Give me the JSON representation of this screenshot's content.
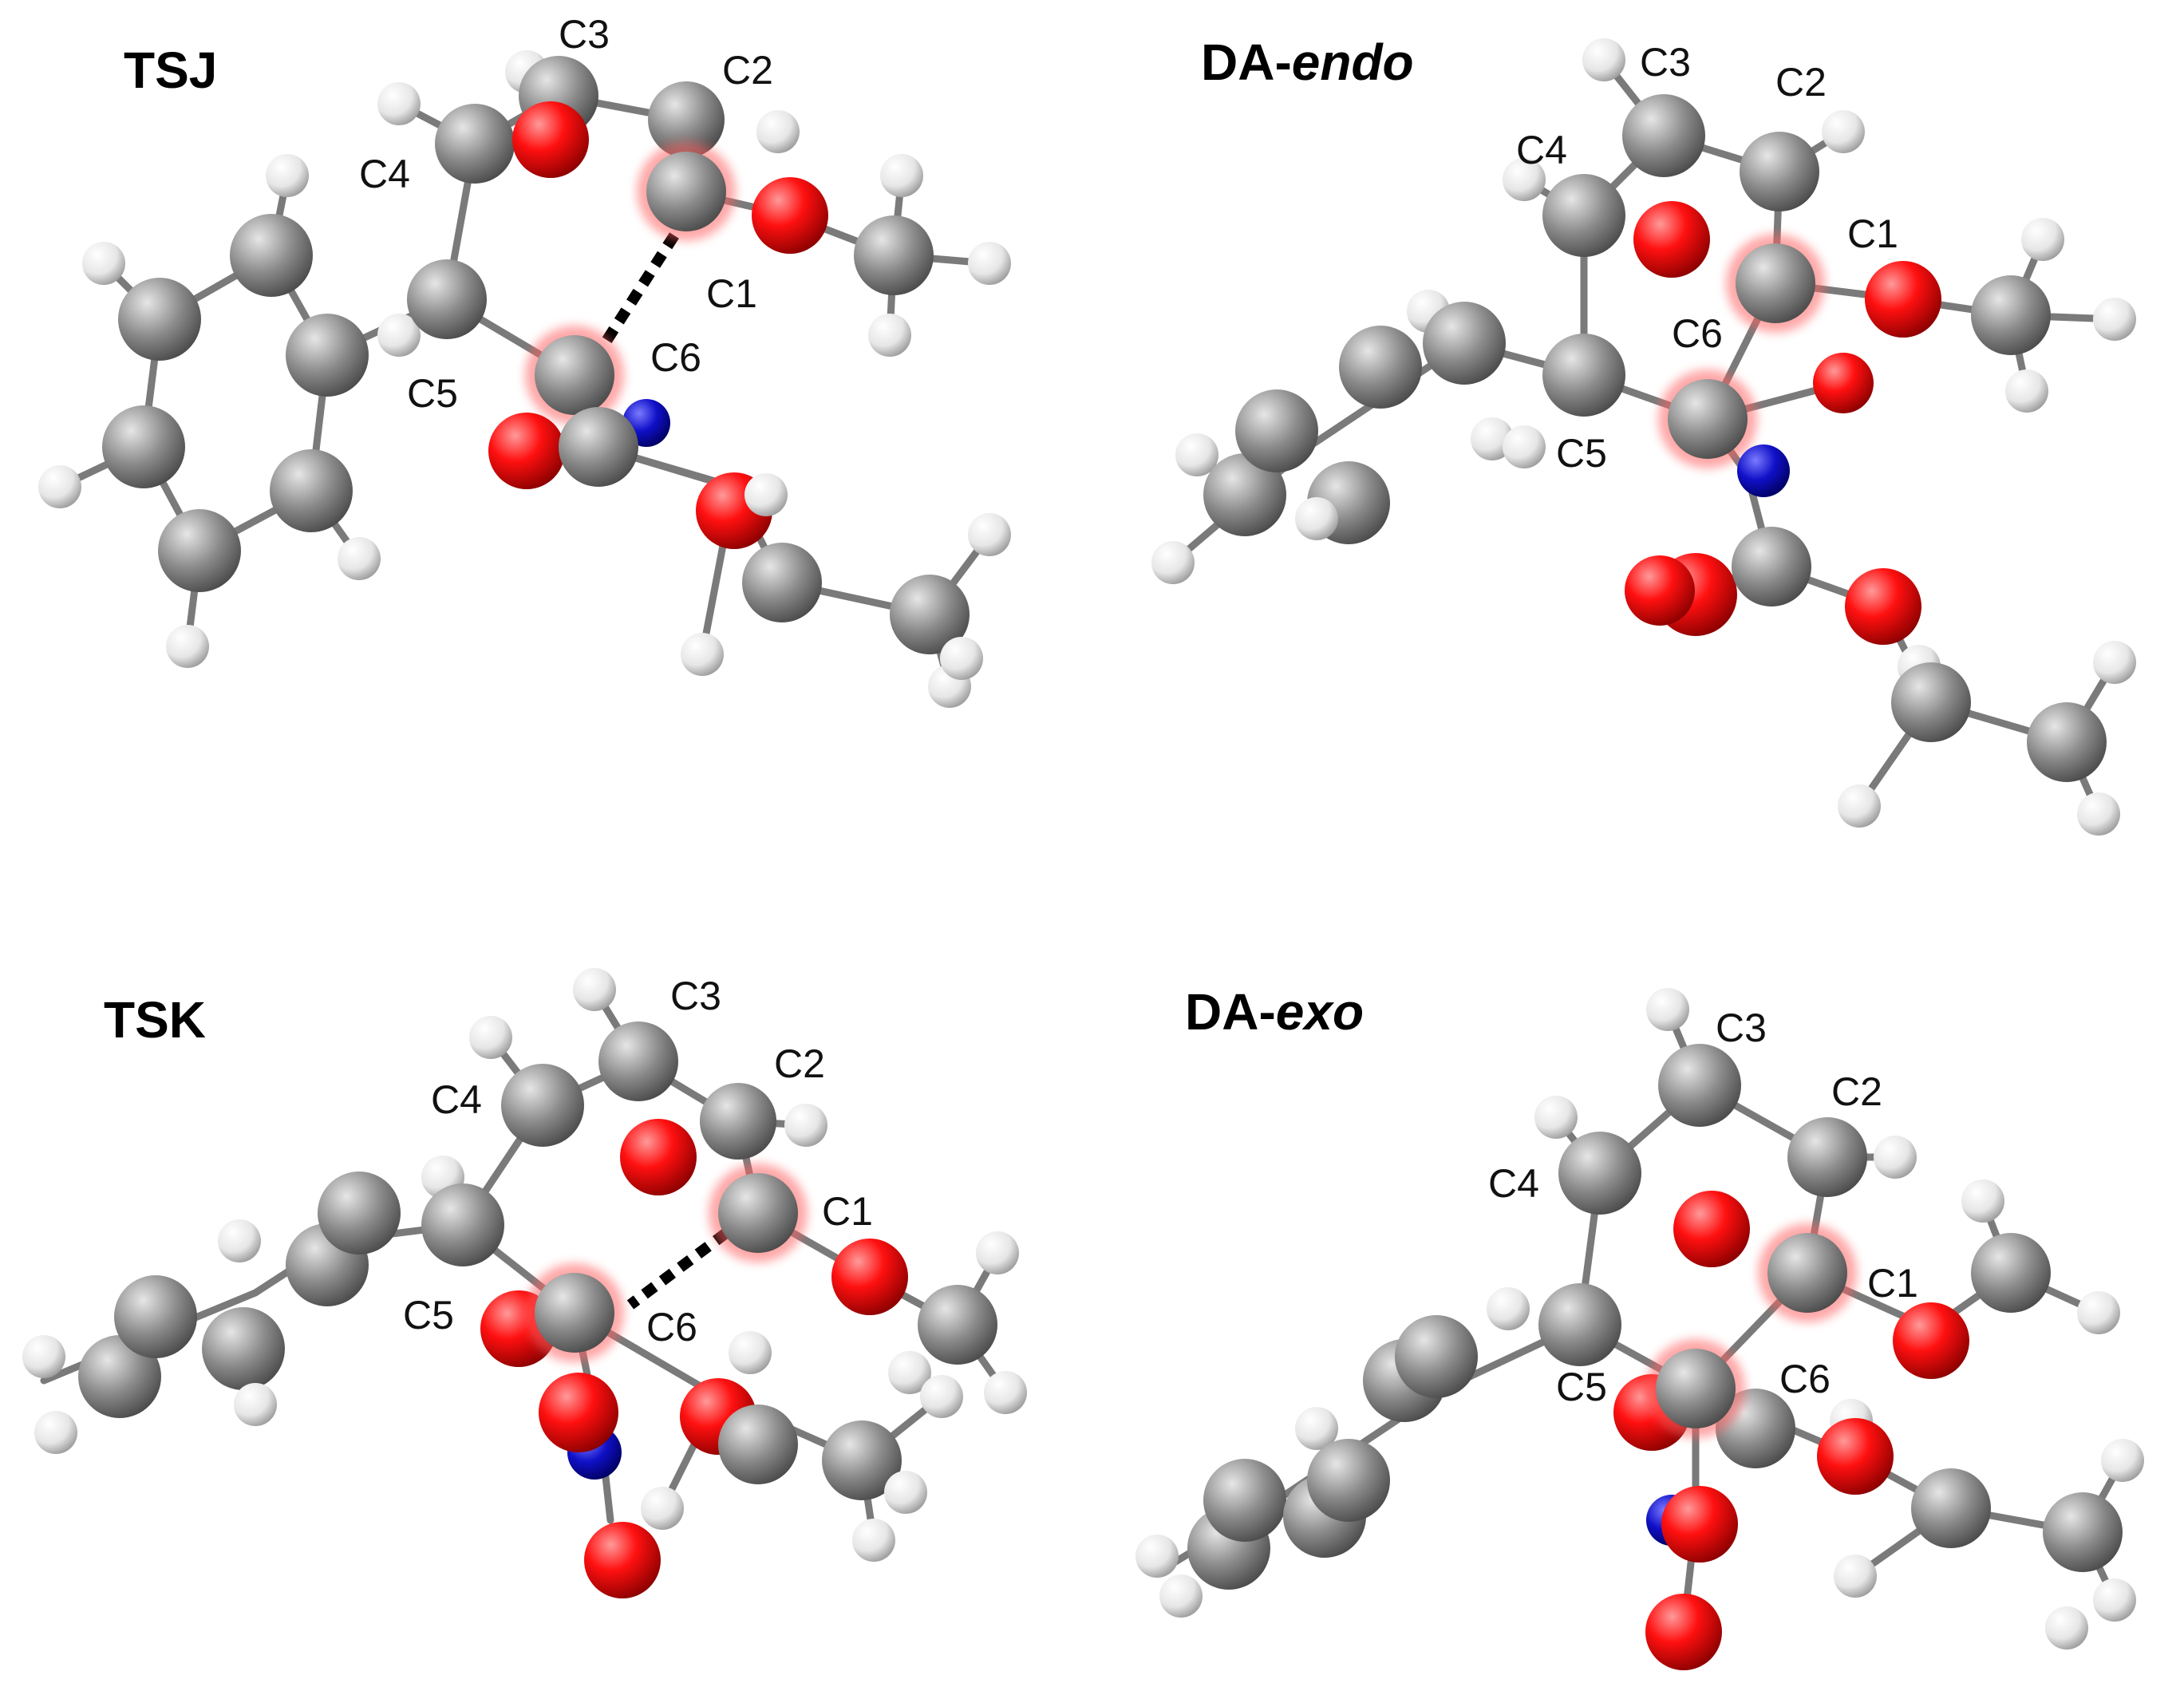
{
  "colors": {
    "carbon": "#8a8a8a",
    "hydrogen": "#f2f2f2",
    "oxygen": "#e80000",
    "nitrogen": "#1010c8",
    "highlight": "#ff6060",
    "bond": "#7a7a7a"
  },
  "panels": [
    {
      "id": "tsj",
      "title": "TSJ",
      "title_italic": "",
      "labels": [
        "C1",
        "C2",
        "C3",
        "C4",
        "C5",
        "C6"
      ],
      "forming_bond": true
    },
    {
      "id": "da-endo",
      "title": "DA-",
      "title_italic": "endo",
      "labels": [
        "C1",
        "C2",
        "C3",
        "C4",
        "C5",
        "C6"
      ],
      "forming_bond": false
    },
    {
      "id": "tsk",
      "title": "TSK",
      "title_italic": "",
      "labels": [
        "C1",
        "C2",
        "C3",
        "C4",
        "C5",
        "C6"
      ],
      "forming_bond": true
    },
    {
      "id": "da-exo",
      "title": "DA-",
      "title_italic": "exo",
      "labels": [
        "C1",
        "C2",
        "C3",
        "C4",
        "C5",
        "C6"
      ],
      "forming_bond": false
    }
  ]
}
